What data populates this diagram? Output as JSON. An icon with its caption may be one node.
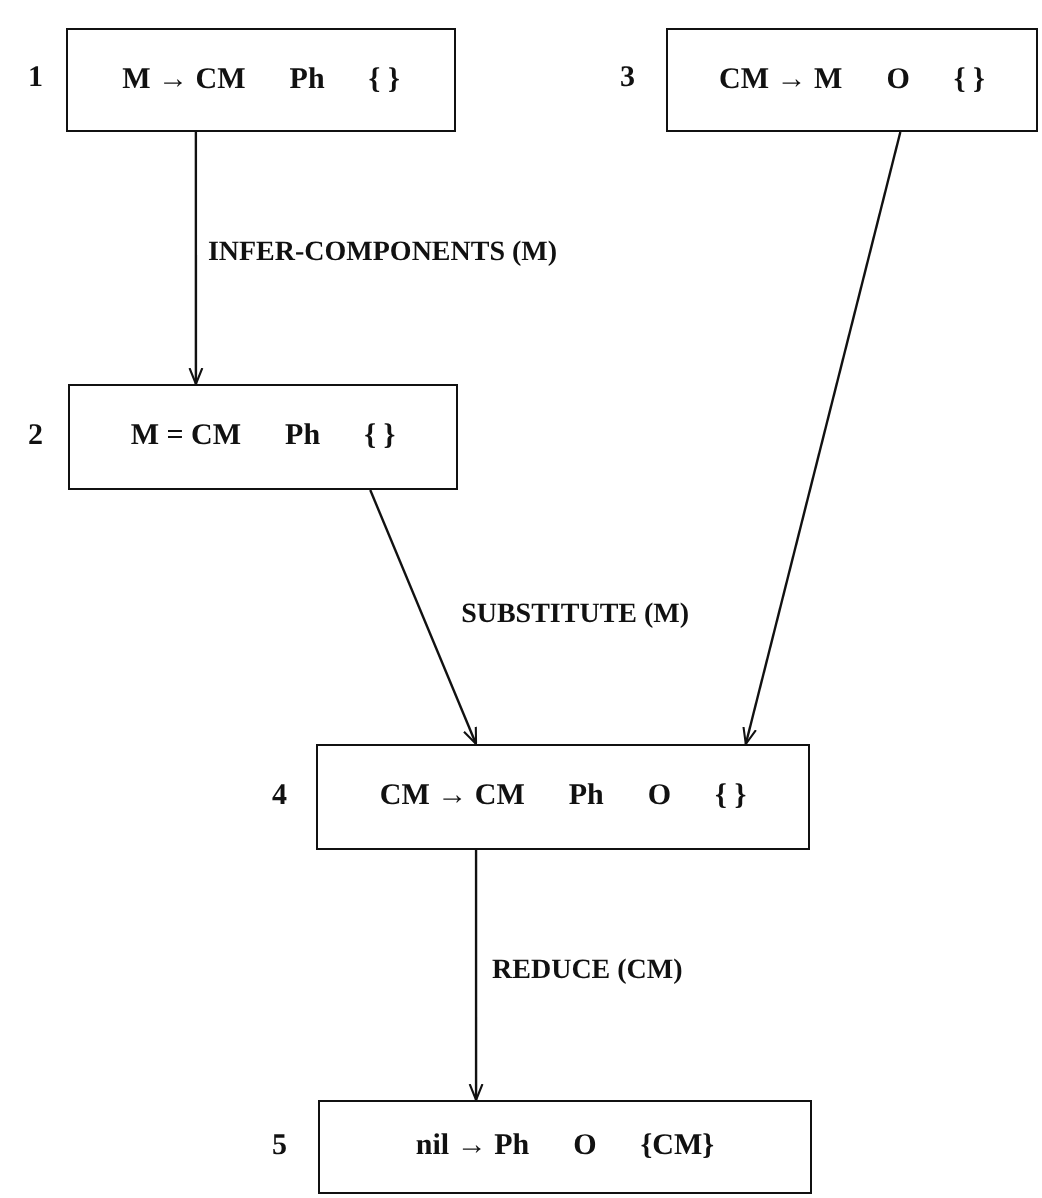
{
  "diagram": {
    "nodes": [
      {
        "text": [
          "M → CM",
          "Ph",
          "{ }"
        ],
        "beside": [
          "1"
        ]
      },
      {
        "text": [
          "M = CM",
          "Ph",
          "{ }"
        ],
        "beside": [
          "2"
        ]
      },
      {
        "text": [
          "CM → M",
          "O",
          "{ }"
        ],
        "beside": [
          "3"
        ]
      },
      {
        "text": [
          "CM → CM",
          "Ph",
          "O",
          "{ }"
        ],
        "beside": [
          "4"
        ]
      },
      {
        "text": [
          "nil → Ph",
          "O",
          "{CM}"
        ],
        "beside": [
          "5"
        ]
      }
    ],
    "edges": [
      {
        "from": 0,
        "to": 1,
        "arrow": "to",
        "label": "INFER-COMPONENTS (M)"
      },
      {
        "from": 1,
        "to": 3,
        "arrow": "to",
        "label": "SUBSTITUTE (M)"
      },
      {
        "from": 2,
        "to": 3,
        "arrow": "to"
      },
      {
        "from": 3,
        "to": 4,
        "arrow": "to",
        "label": "REDUCE (CM)"
      }
    ]
  }
}
